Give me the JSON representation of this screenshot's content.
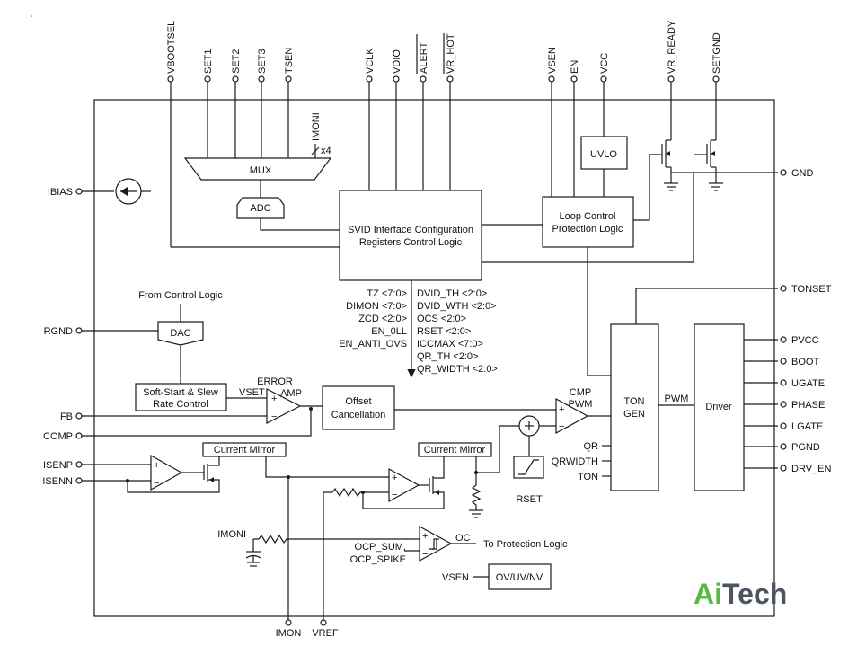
{
  "pins": {
    "top": [
      "VBOOTSEL",
      "SET1",
      "SET2",
      "SET3",
      "TSEN",
      "VCLK",
      "VDIO",
      "ALERT",
      "VR_HOT",
      "VSEN",
      "EN",
      "VCC",
      "VR_READY",
      "SETGND"
    ],
    "left": [
      "IBIAS",
      "RGND",
      "FB",
      "COMP",
      "ISENP",
      "ISENN"
    ],
    "right": [
      "GND",
      "TONSET",
      "PVCC",
      "BOOT",
      "UGATE",
      "PHASE",
      "LGATE",
      "PGND",
      "DRV_EN"
    ],
    "bottom": [
      "IMON",
      "VREF"
    ]
  },
  "blocks": {
    "mux": "MUX",
    "adc": "ADC",
    "imoni_top": "IMONI",
    "x4": "x4",
    "uvlo": "UVLO",
    "svid_line1": "SVID Interface Configuration",
    "svid_line2": "Registers Control Logic",
    "loop_line1": "Loop Control",
    "loop_line2": "Protection Logic",
    "from_control": "From Control Logic",
    "dac": "DAC",
    "softstart_line1": "Soft-Start & Slew",
    "softstart_line2": "Rate Control",
    "vset": "VSET",
    "error_amp_line1": "ERROR",
    "error_amp_line2": "AMP",
    "offset_line1": "Offset",
    "offset_line2": "Cancellation",
    "cmp_pwm_line1": "CMP",
    "cmp_pwm_line2": "PWM",
    "ton_gen_line1": "TON",
    "ton_gen_line2": "GEN",
    "pwm": "PWM",
    "driver": "Driver",
    "qr": "QR",
    "qrwidth": "QRWIDTH",
    "ton": "TON",
    "rset": "RSET",
    "current_mirror_1": "Current Mirror",
    "current_mirror_2": "Current Mirror",
    "imoni_bottom": "IMONI",
    "ocp_sum": "OCP_SUM,",
    "ocp_spike": "OCP_SPIKE",
    "oc": "OC",
    "to_protection": "To Protection Logic",
    "vsen_bottom": "VSEN",
    "ov_uv_nv": "OV/UV/NV",
    "plus": "+",
    "minus": "−"
  },
  "registers": {
    "left": [
      "TZ <7:0>",
      "DIMON <7:0>",
      "ZCD <2:0>",
      "EN_0LL",
      "EN_ANTI_OVS"
    ],
    "right": [
      "DVID_TH <2:0>",
      "DVID_WTH <2:0>",
      "OCS <2:0>",
      "RSET <2:0>",
      "ICCMAX <7:0>",
      "QR_TH <2:0>",
      "QR_WIDTH <2:0>"
    ]
  },
  "logo": {
    "part1": "Ai",
    "part2": "Tech",
    "color_green": "#59b847",
    "color_gray": "#4d5560"
  }
}
